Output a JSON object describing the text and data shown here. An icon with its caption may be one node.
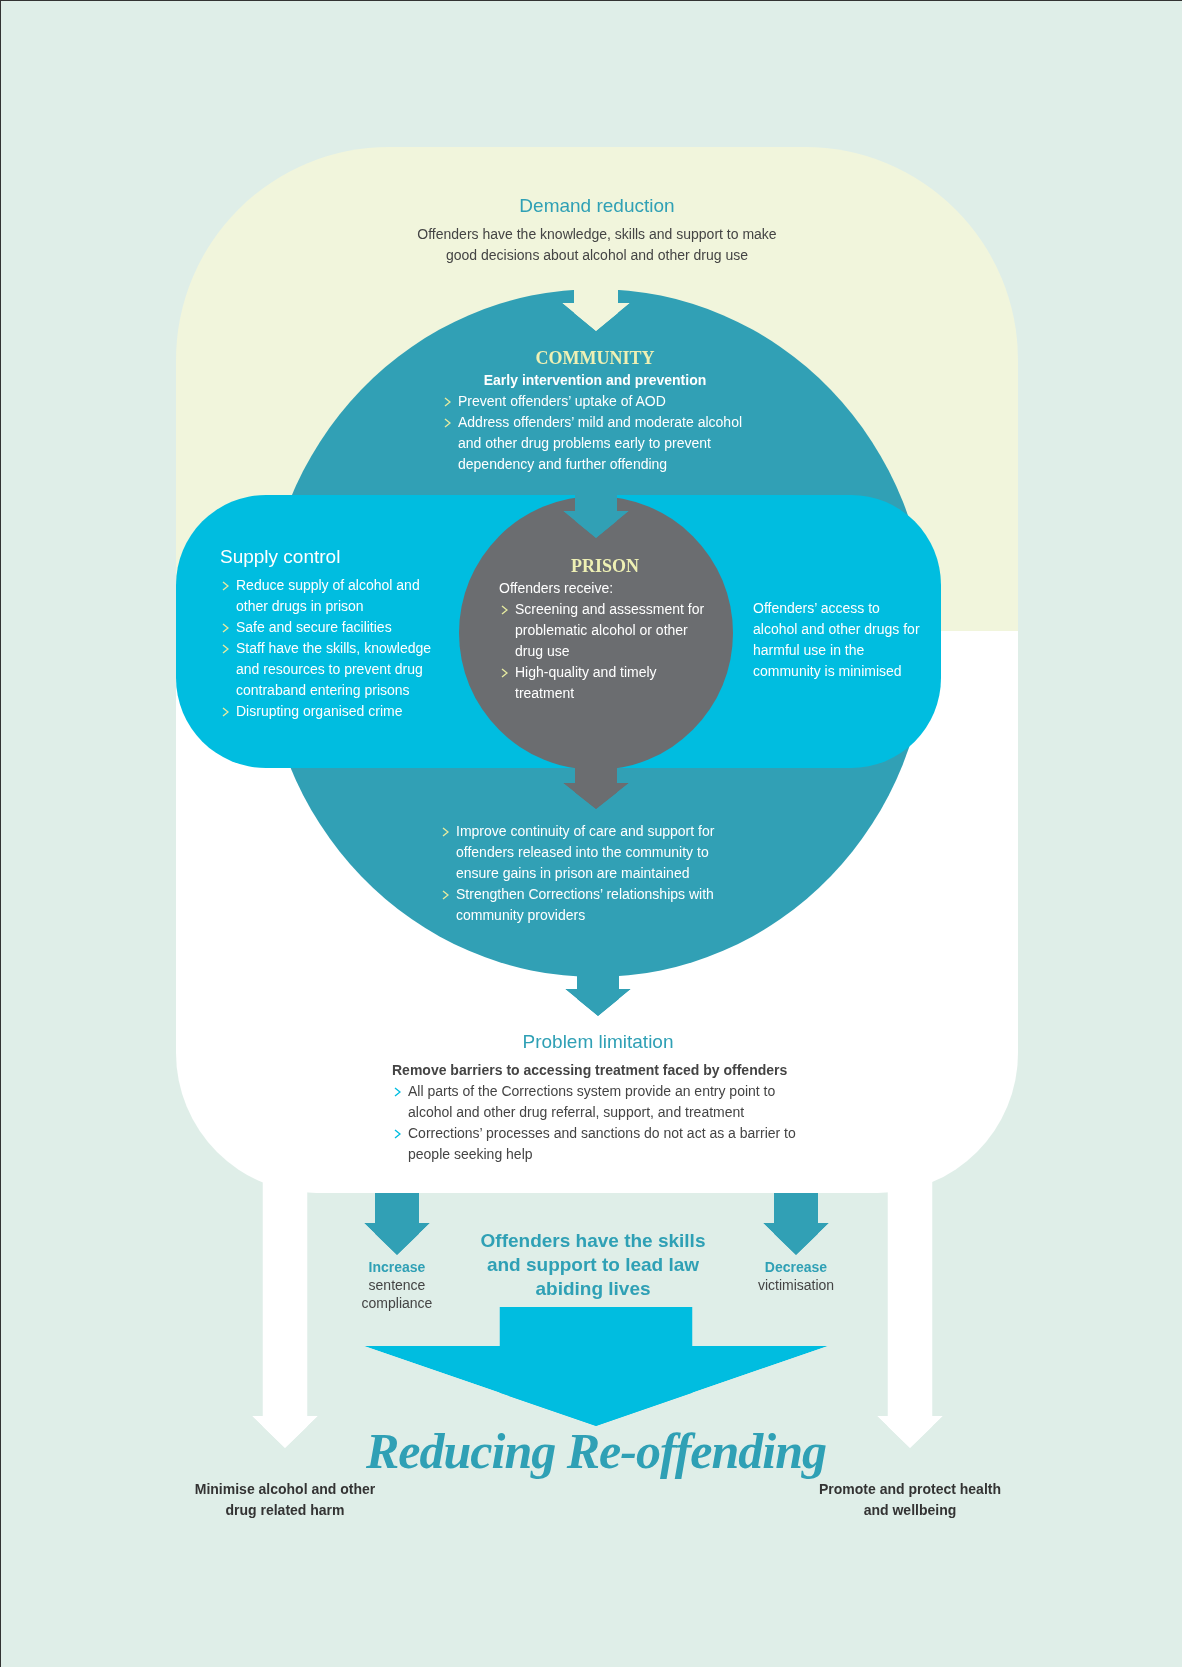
{
  "diagram": {
    "nodes": [
      {
        "text": [],
        "shape": "box"
      },
      {
        "text": [
          "Demand reduction",
          "Offenders have the knowledge, skills and support to make good decisions about alcohol and other drug use"
        ],
        "in": 0
      },
      {
        "text": [
          "COMMUNITY",
          "Early intervention and prevention",
          "Prevent offenders’ uptake of AOD",
          "Address offenders’ mild and moderate alcohol and other drug problems early to prevent dependency and further offending",
          "Improve continuity of care and support for offenders released into the community to ensure gains in prison are maintained",
          "Strengthen Corrections’ relationships with community providers"
        ],
        "in": 0
      },
      {
        "text": [
          "Supply control",
          "Reduce supply of alcohol and other drugs in prison",
          "Safe and secure facilities",
          "Staff have the skills, knowledge and resources to prevent drug contraband entering prisons",
          "Disrupting organised crime",
          "Offenders’ access to alcohol and other drugs for harmful use in the community is minimised"
        ],
        "in": 0
      },
      {
        "text": [
          "PRISON",
          "Offenders receive:",
          "Screening and assessment for problematic alcohol or other drug use",
          "High-quality and timely treatment"
        ],
        "in": 3
      },
      {
        "text": [
          "Problem limitation",
          "Remove barriers to accessing treatment faced by offenders",
          "All parts of the Corrections system provide an entry point to alcohol and other drug referral, support, and treatment",
          "Corrections’ processes and sanctions do not act as a barrier to people seeking help"
        ],
        "in": 0
      },
      {
        "text": [
          "**Increase** sentence compliance"
        ]
      },
      {
        "text": [
          "Offenders have the skills and support to lead law abiding lives"
        ]
      },
      {
        "text": [
          "**Decrease** victimisation"
        ]
      },
      {
        "text": [
          "Reducing Re-offending"
        ]
      },
      {
        "text": [
          "Minimise alcohol and other drug related harm"
        ]
      },
      {
        "text": [
          "Promote and protect health and wellbeing"
        ]
      }
    ],
    "edges": [
      {
        "from": 1,
        "to": 2,
        "arrow": "to",
        "color": "#f1f5dc"
      },
      {
        "from": 2,
        "to": 4,
        "arrow": "to"
      },
      {
        "from": 4,
        "to": 2,
        "arrow": "to",
        "color": "#6b6d70"
      },
      {
        "from": 2,
        "to": 5,
        "arrow": "to"
      },
      {
        "from": 0,
        "to": 6,
        "arrow": "to"
      },
      {
        "from": 0,
        "to": 8,
        "arrow": "to"
      },
      {
        "from": 7,
        "to": 9,
        "arrow": "to",
        "style": "thick",
        "color": "#00bde0"
      },
      {
        "from": 0,
        "to": 10,
        "arrow": "to",
        "color": "#ffffff"
      },
      {
        "from": 0,
        "to": 11,
        "arrow": "to",
        "color": "#ffffff"
      }
    ]
  }
}
